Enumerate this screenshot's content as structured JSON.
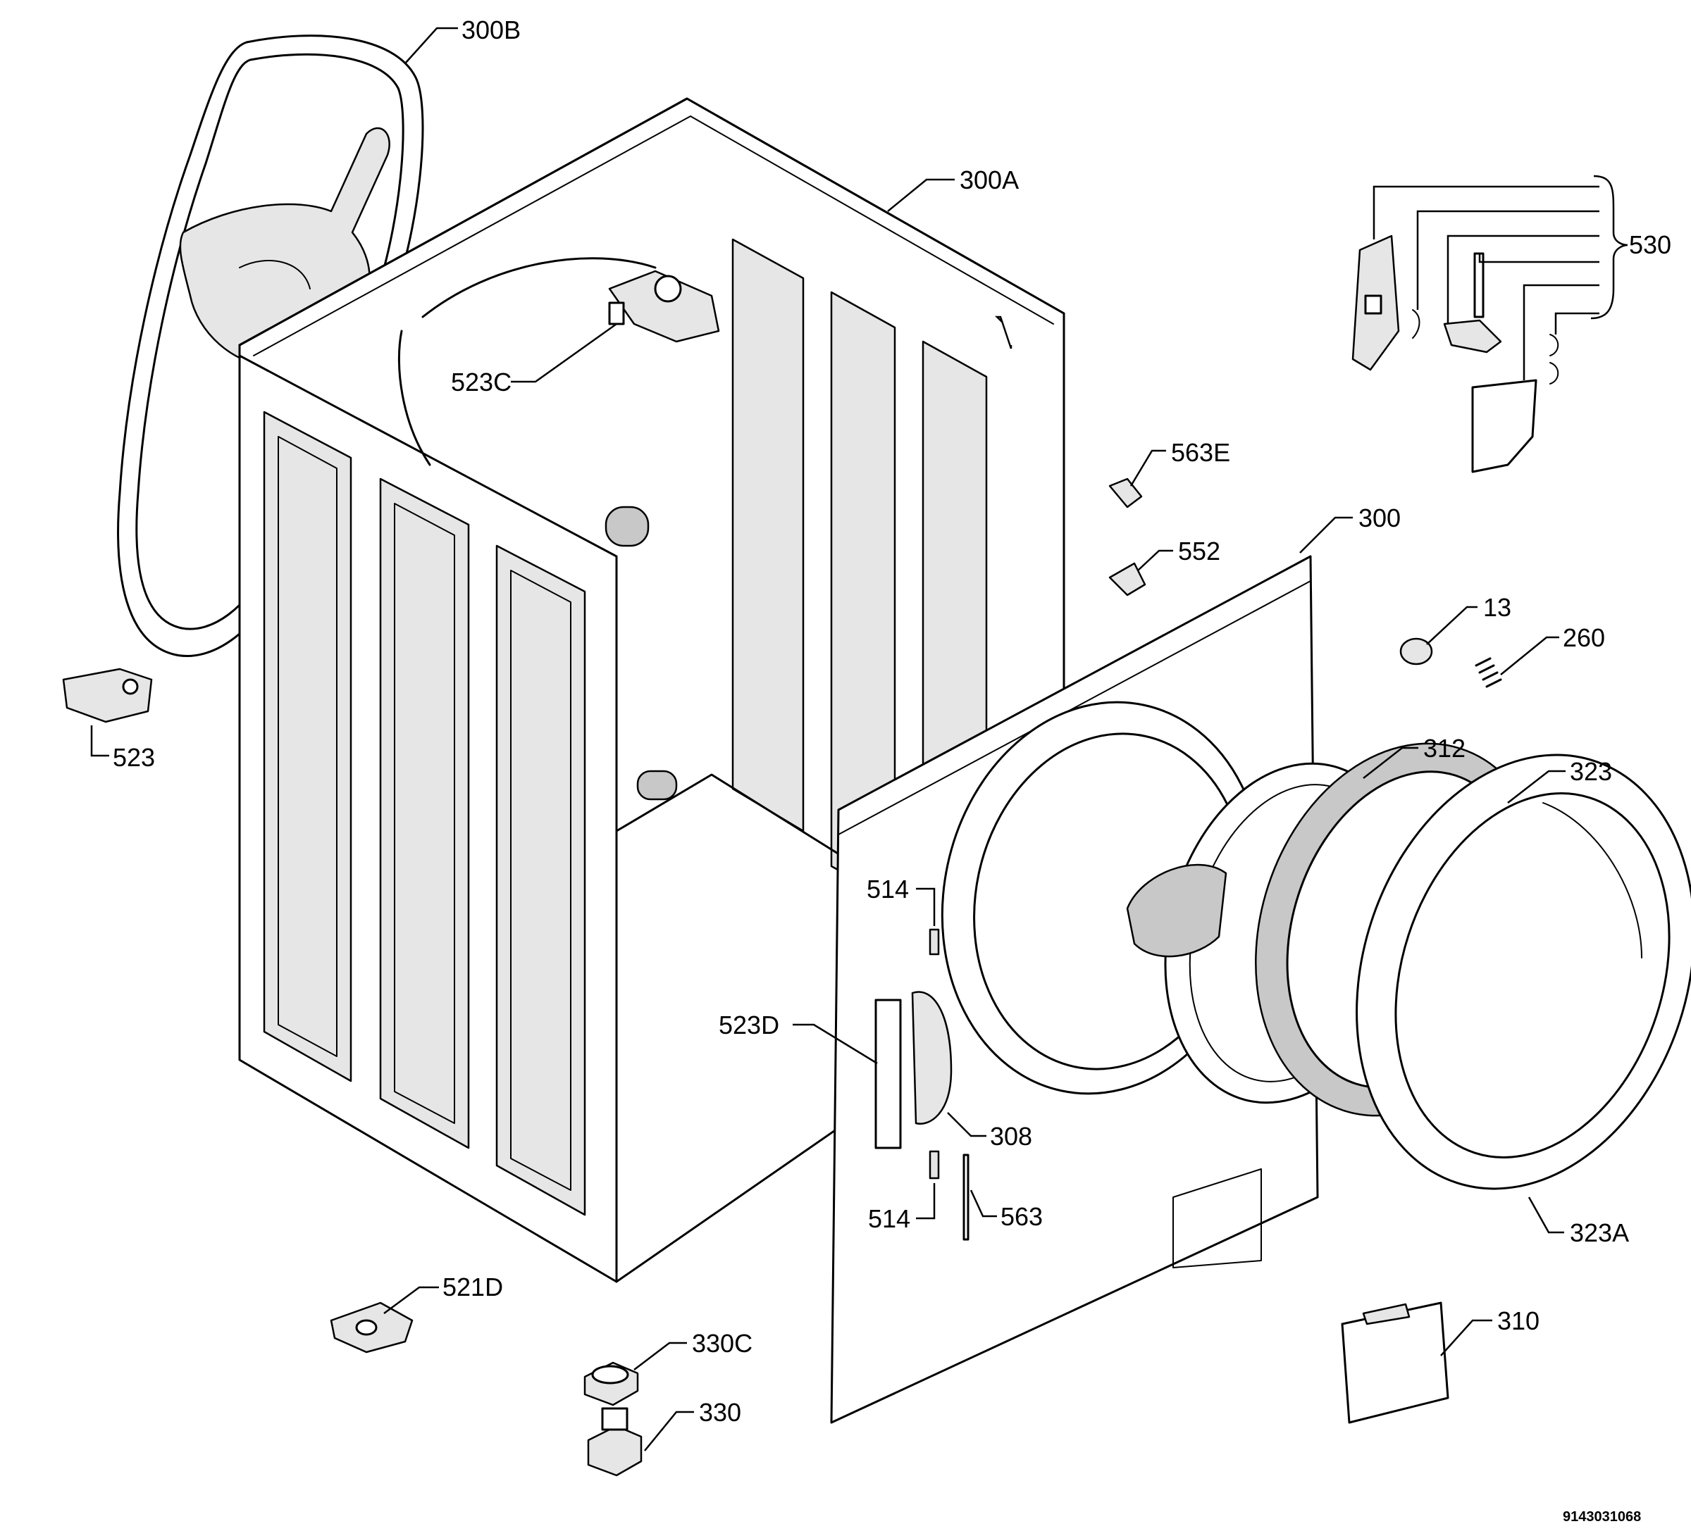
{
  "diagram": {
    "document_id": "9143031068",
    "callouts": [
      {
        "id": "300B",
        "label": "300B"
      },
      {
        "id": "300A",
        "label": "300A"
      },
      {
        "id": "530",
        "label": "530"
      },
      {
        "id": "523C",
        "label": "523C"
      },
      {
        "id": "563E",
        "label": "563E"
      },
      {
        "id": "552",
        "label": "552"
      },
      {
        "id": "300",
        "label": "300"
      },
      {
        "id": "13",
        "label": "13"
      },
      {
        "id": "260",
        "label": "260"
      },
      {
        "id": "523",
        "label": "523"
      },
      {
        "id": "312",
        "label": "312"
      },
      {
        "id": "323",
        "label": "323"
      },
      {
        "id": "514a",
        "label": "514"
      },
      {
        "id": "523D",
        "label": "523D"
      },
      {
        "id": "308",
        "label": "308"
      },
      {
        "id": "514b",
        "label": "514"
      },
      {
        "id": "563",
        "label": "563"
      },
      {
        "id": "323A",
        "label": "323A"
      },
      {
        "id": "521D",
        "label": "521D"
      },
      {
        "id": "310",
        "label": "310"
      },
      {
        "id": "330C",
        "label": "330C"
      },
      {
        "id": "330",
        "label": "330"
      }
    ]
  }
}
